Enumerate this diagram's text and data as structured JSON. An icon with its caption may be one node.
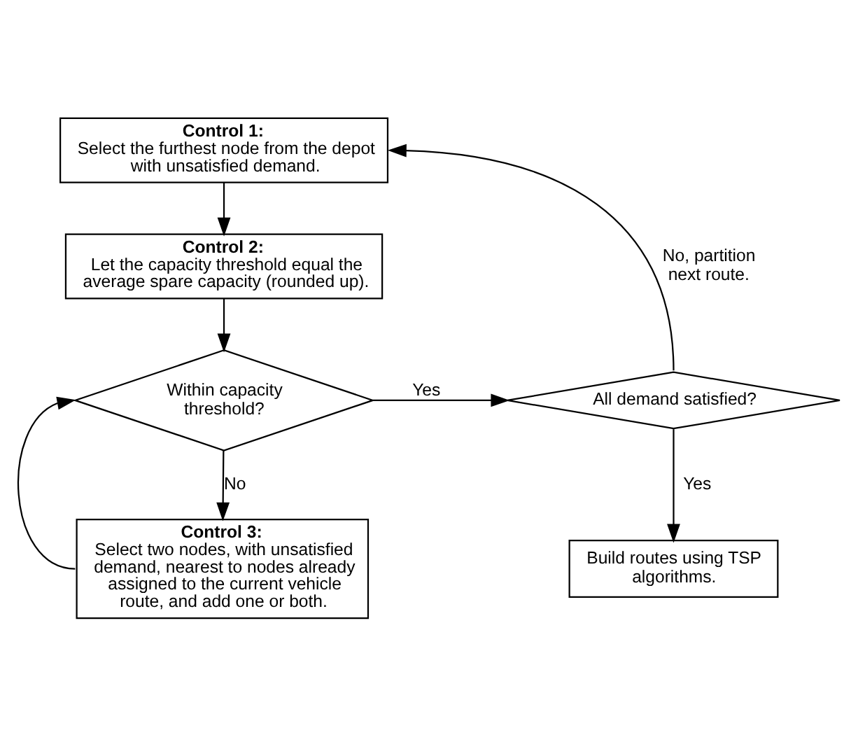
{
  "diagram": {
    "nodes": [
      {
        "text": [
          "Control 1:",
          "Select the furthest node from the depot with unsatisfied demand."
        ]
      },
      {
        "text": [
          "Control 2:",
          "Let the capacity threshold equal the average spare capacity (rounded up)."
        ]
      },
      {
        "text": [
          "Within capacity threshold?"
        ]
      },
      {
        "text": [
          "All demand satisfied?"
        ]
      },
      {
        "text": [
          "Control 3:",
          "Select two nodes, with unsatisfied demand, nearest to nodes already assigned to the current vehicle route, and add one or both."
        ]
      },
      {
        "text": [
          "Build routes using TSP algorithms."
        ]
      }
    ],
    "edges": [
      {
        "from": 0,
        "to": 1,
        "arrow": "to"
      },
      {
        "from": 1,
        "to": 2,
        "arrow": "to"
      },
      {
        "from": 2,
        "to": 3,
        "arrow": "to",
        "label": "Yes"
      },
      {
        "from": 3,
        "to": 0,
        "arrow": "to",
        "label": "No, partition next route."
      },
      {
        "from": 2,
        "to": 4,
        "arrow": "to",
        "label": "No"
      },
      {
        "from": 3,
        "to": 5,
        "arrow": "to",
        "label": "Yes"
      },
      {
        "from": 4,
        "to": 2,
        "arrow": "to"
      }
    ]
  }
}
